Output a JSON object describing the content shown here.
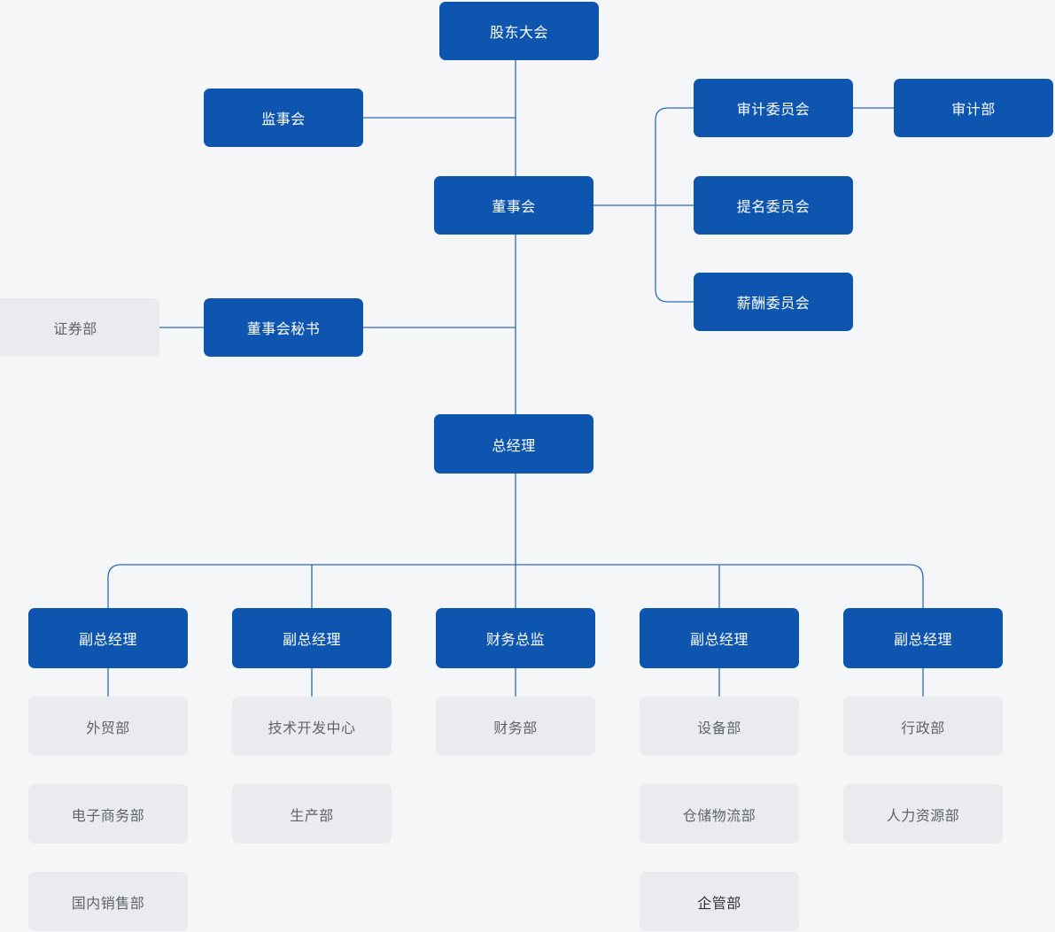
{
  "background_color": "#f4f6f8",
  "colors": {
    "background": "#f4f6f8",
    "primary_node": "#0e55b0",
    "primary_node_text": "#ffffff",
    "secondary_node": "#e9ebee",
    "secondary_node_text": "#5f6469",
    "secondary_node_text_dark": "#2e3237",
    "connector": "#3069be"
  },
  "nodes": {
    "shareholders": {
      "label": "股东大会",
      "type": "primary"
    },
    "supervisory_board": {
      "label": "监事会",
      "type": "primary"
    },
    "board_of_directors": {
      "label": "董事会",
      "type": "primary"
    },
    "audit_committee": {
      "label": "审计委员会",
      "type": "primary"
    },
    "audit_department": {
      "label": "审计部",
      "type": "primary"
    },
    "nomination_committee": {
      "label": "提名委员会",
      "type": "primary"
    },
    "compensation_committee": {
      "label": "薪酬委员会",
      "type": "primary"
    },
    "securities_department": {
      "label": "证券部",
      "type": "secondary"
    },
    "board_secretary": {
      "label": "董事会秘书",
      "type": "primary"
    },
    "general_manager": {
      "label": "总经理",
      "type": "primary"
    },
    "deputy_gm_1": {
      "label": "副总经理",
      "type": "primary"
    },
    "deputy_gm_2": {
      "label": "副总经理",
      "type": "primary"
    },
    "cfo": {
      "label": "财务总监",
      "type": "primary"
    },
    "deputy_gm_3": {
      "label": "副总经理",
      "type": "primary"
    },
    "deputy_gm_4": {
      "label": "副总经理",
      "type": "primary"
    },
    "foreign_trade_dept": {
      "label": "外贸部",
      "type": "secondary"
    },
    "ecommerce_dept": {
      "label": "电子商务部",
      "type": "secondary"
    },
    "domestic_sales_dept": {
      "label": "国内销售部",
      "type": "secondary"
    },
    "tech_development_center": {
      "label": "技术开发中心",
      "type": "secondary"
    },
    "production_dept": {
      "label": "生产部",
      "type": "secondary"
    },
    "finance_dept": {
      "label": "财务部",
      "type": "secondary"
    },
    "equipment_dept": {
      "label": "设备部",
      "type": "secondary"
    },
    "warehouse_logistics_dept": {
      "label": "仓储物流部",
      "type": "secondary"
    },
    "enterprise_management_dept": {
      "label": "企管部",
      "type": "secondary"
    },
    "admin_dept": {
      "label": "行政部",
      "type": "secondary"
    },
    "hr_dept": {
      "label": "人力资源部",
      "type": "secondary"
    }
  },
  "edges": [
    {
      "from": "shareholders",
      "to": "board_of_directors"
    },
    {
      "from": "supervisory_board",
      "to": "board_of_directors"
    },
    {
      "from": "board_of_directors",
      "to": "audit_committee"
    },
    {
      "from": "audit_committee",
      "to": "audit_department"
    },
    {
      "from": "board_of_directors",
      "to": "nomination_committee"
    },
    {
      "from": "board_of_directors",
      "to": "compensation_committee"
    },
    {
      "from": "board_of_directors",
      "to": "board_secretary"
    },
    {
      "from": "board_secretary",
      "to": "securities_department"
    },
    {
      "from": "board_of_directors",
      "to": "general_manager"
    },
    {
      "from": "general_manager",
      "to": "deputy_gm_1"
    },
    {
      "from": "general_manager",
      "to": "deputy_gm_2"
    },
    {
      "from": "general_manager",
      "to": "cfo"
    },
    {
      "from": "general_manager",
      "to": "deputy_gm_3"
    },
    {
      "from": "general_manager",
      "to": "deputy_gm_4"
    },
    {
      "from": "deputy_gm_1",
      "to": "foreign_trade_dept"
    },
    {
      "from": "deputy_gm_1",
      "to": "ecommerce_dept"
    },
    {
      "from": "deputy_gm_1",
      "to": "domestic_sales_dept"
    },
    {
      "from": "deputy_gm_2",
      "to": "tech_development_center"
    },
    {
      "from": "deputy_gm_2",
      "to": "production_dept"
    },
    {
      "from": "cfo",
      "to": "finance_dept"
    },
    {
      "from": "deputy_gm_3",
      "to": "equipment_dept"
    },
    {
      "from": "deputy_gm_3",
      "to": "warehouse_logistics_dept"
    },
    {
      "from": "deputy_gm_3",
      "to": "enterprise_management_dept"
    },
    {
      "from": "deputy_gm_4",
      "to": "admin_dept"
    },
    {
      "from": "deputy_gm_4",
      "to": "hr_dept"
    }
  ]
}
